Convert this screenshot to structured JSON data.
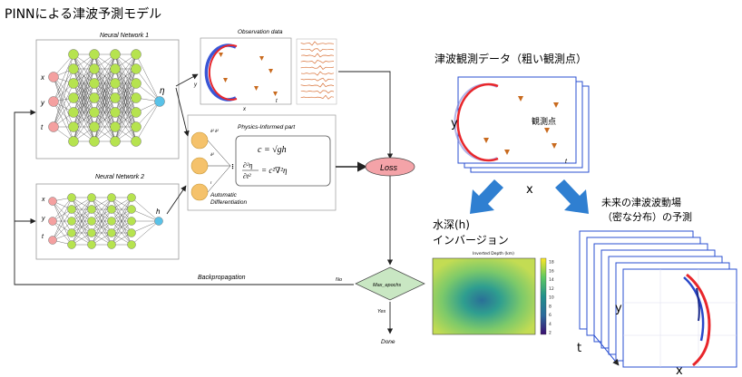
{
  "title": "PINNによる津波予測モデル",
  "nn1": {
    "label": "Neural Network 1",
    "inputs": [
      "x",
      "y",
      "t"
    ],
    "output": "η"
  },
  "nn2": {
    "label": "Neural Network 2",
    "inputs": [
      "x",
      "y",
      "t"
    ],
    "output": "h"
  },
  "observation": {
    "title": "Observation data",
    "ylabel": "y",
    "xlabel": "x",
    "tlabel": "t"
  },
  "physics": {
    "title": "Physics-Informed part",
    "eq1": "c = √gh",
    "eq2_lhs": "∂²η",
    "eq2_den": "∂t²",
    "eq2_rhs": "= c²∇²η",
    "autodiff_line1": "Automatic",
    "autodiff_line2": "Differentiation",
    "node_labels": [
      "∂² ∂²",
      "∂²",
      "I"
    ]
  },
  "loss": {
    "label": "Loss"
  },
  "decision": {
    "label": "Max_epochs",
    "no": "No",
    "yes": "Yes",
    "done": "Done"
  },
  "backprop": {
    "label": "Backpropagation"
  },
  "obs_panel": {
    "title": "津波観測データ（粗い観測点）",
    "ylabel": "y",
    "xlabel": "x",
    "point_label": "観測点",
    "tlabel": "t"
  },
  "depth": {
    "title_line1": "水深(h)",
    "title_line2": "インバージョン",
    "map_title": "Inverted Depth (km)",
    "colorbar_ticks": [
      "18",
      "16",
      "14",
      "12",
      "10",
      "8",
      "6",
      "4",
      "2"
    ]
  },
  "future": {
    "title_line1": "未来の津波波動場",
    "title_line2": "（密な分布）の予測",
    "ylabel": "y",
    "tlabel": "t",
    "xlabel": "x"
  },
  "colors": {
    "node_green": "#b6e34f",
    "node_pink": "#f4a0a0",
    "node_blue": "#59c2e8",
    "node_orange": "#f5c26b",
    "loss_fill": "#f4a3a8",
    "decision_fill": "#c9e7c3",
    "arrow_blue": "#2f7fd1",
    "wave_red": "#e8262b",
    "wave_blue": "#2a48c9"
  }
}
